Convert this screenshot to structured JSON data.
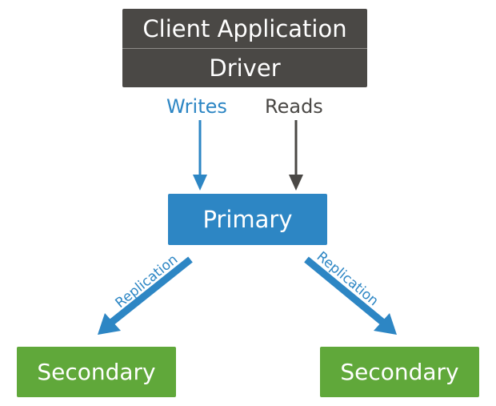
{
  "client": {
    "application_label": "Client Application",
    "driver_label": "Driver"
  },
  "flows": {
    "writes_label": "Writes",
    "reads_label": "Reads"
  },
  "primary": {
    "label": "Primary"
  },
  "replication": {
    "left_label": "Replication",
    "right_label": "Replication"
  },
  "secondaries": {
    "left_label": "Secondary",
    "right_label": "Secondary"
  },
  "colors": {
    "client": "#4a4845",
    "primary": "#2d86c4",
    "secondary": "#60a83a",
    "writes": "#2d86c4",
    "reads": "#4a4845"
  }
}
